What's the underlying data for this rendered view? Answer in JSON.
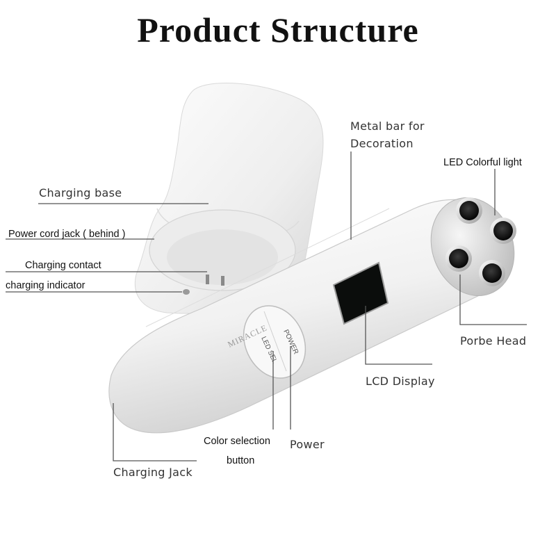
{
  "title": "Product Structure",
  "labels": {
    "metal_bar": [
      "Metal bar for",
      "Decoration"
    ],
    "led_light": "LED Colorful light",
    "charging_base": "Charging base",
    "power_cord_jack": "Power cord jack ( behind )",
    "charging_contact": "Charging contact",
    "charging_indicator": "charging indicator",
    "probe_head": "Porbe Head",
    "lcd_display": "LCD Display",
    "color_selection": [
      "Color selection",
      "button"
    ],
    "power": "Power",
    "charging_jack": "Charging Jack"
  },
  "device": {
    "button_power": "POWER",
    "button_led": "LED SEL",
    "brand": "MIRACLE"
  },
  "colors": {
    "line": "#555555",
    "lcd": "#0b0d0c",
    "lens_ring": "#cfcfcf",
    "body": "#f4f4f4"
  }
}
